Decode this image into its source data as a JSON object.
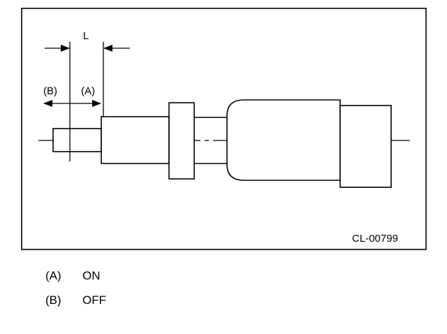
{
  "figure": {
    "code": "CL-00799",
    "dimension_label": "L",
    "position_a_label": "(A)",
    "position_b_label": "(B)"
  },
  "legend": {
    "items": [
      {
        "key": "(A)",
        "value": "ON"
      },
      {
        "key": "(B)",
        "value": "OFF"
      }
    ]
  },
  "colors": {
    "line": "#000000",
    "background": "#ffffff"
  }
}
